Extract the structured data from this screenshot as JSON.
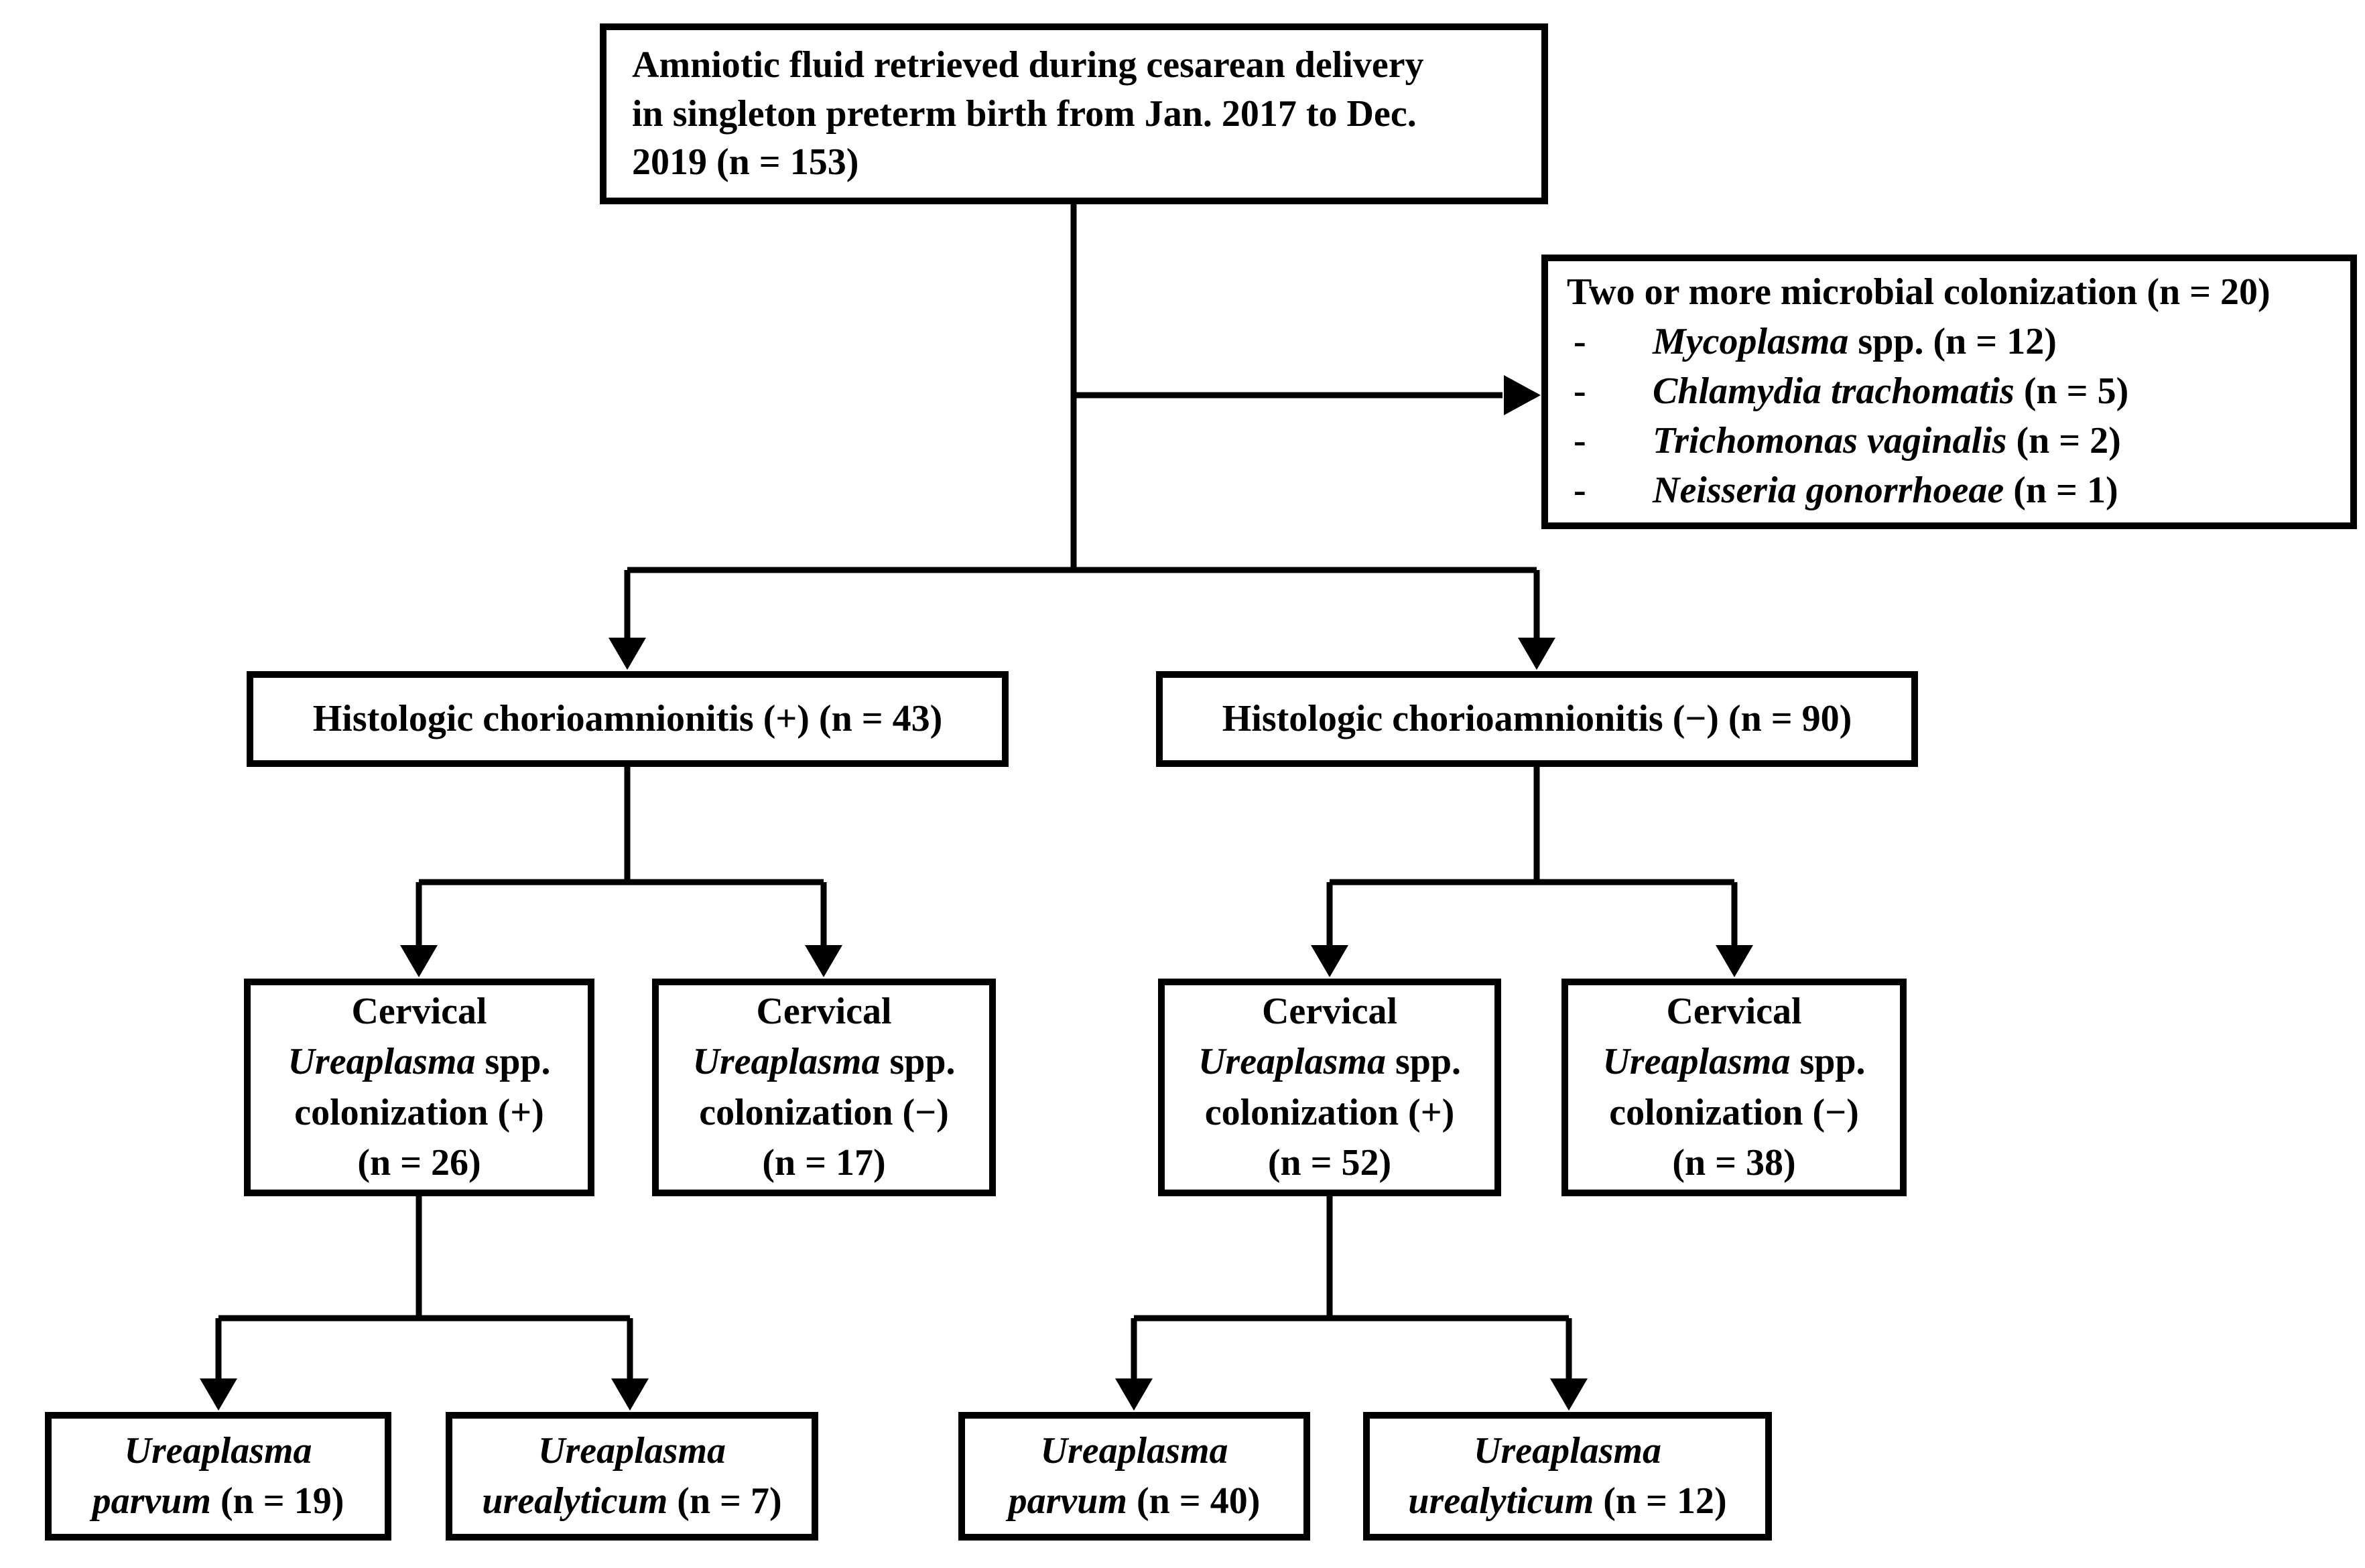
{
  "palette": {
    "ink": "#000000",
    "paper": "#ffffff"
  },
  "boxes": {
    "root": {
      "lines": [
        "Amniotic fluid retrieved during cesarean delivery",
        "in singleton preterm birth from Jan. 2017 to Dec.",
        "2019 (n = 153)"
      ]
    },
    "exclusion": {
      "title": "Two or more microbial colonization (n = 20)",
      "bullet_glyph": "-",
      "items": [
        {
          "italic": "Mycoplasma",
          "plain": " spp. (n = 12)"
        },
        {
          "italic": "Chlamydia trachomatis",
          "plain": " (n = 5)"
        },
        {
          "italic": "Trichomonas vaginalis",
          "plain": " (n = 2)"
        },
        {
          "italic": "Neisseria gonorrhoeae",
          "plain": " (n = 1)"
        }
      ]
    },
    "hca_pos": {
      "text": "Histologic chorioamnionitis (+) (n = 43)"
    },
    "hca_neg": {
      "text": "Histologic chorioamnionitis (−) (n = 90)"
    },
    "cerv_pos_left": {
      "line1": "Cervical",
      "genus": "Ureaplasma",
      "genus_plain": " spp.",
      "line3": "colonization (+)",
      "line4": "(n = 26)"
    },
    "cerv_neg_left": {
      "line1": "Cervical",
      "genus": "Ureaplasma",
      "genus_plain": " spp.",
      "line3": "colonization (−)",
      "line4": "(n = 17)"
    },
    "cerv_pos_right": {
      "line1": "Cervical",
      "genus": "Ureaplasma",
      "genus_plain": " spp.",
      "line3": "colonization (+)",
      "line4": "(n = 52)"
    },
    "cerv_neg_right": {
      "line1": "Cervical",
      "genus": "Ureaplasma",
      "genus_plain": " spp.",
      "line3": "colonization (−)",
      "line4": "(n = 38)"
    },
    "parvum_left": {
      "genus": "Ureaplasma",
      "species": "parvum",
      "plain": " (n = 19)"
    },
    "urealyticum_left": {
      "genus": "Ureaplasma",
      "species": "urealyticum",
      "plain": " (n = 7)"
    },
    "parvum_right": {
      "genus": "Ureaplasma",
      "species": "parvum",
      "plain": " (n = 40)"
    },
    "urealyticum_right": {
      "genus": "Ureaplasma",
      "species": "urealyticum",
      "plain": " (n = 12)"
    }
  }
}
